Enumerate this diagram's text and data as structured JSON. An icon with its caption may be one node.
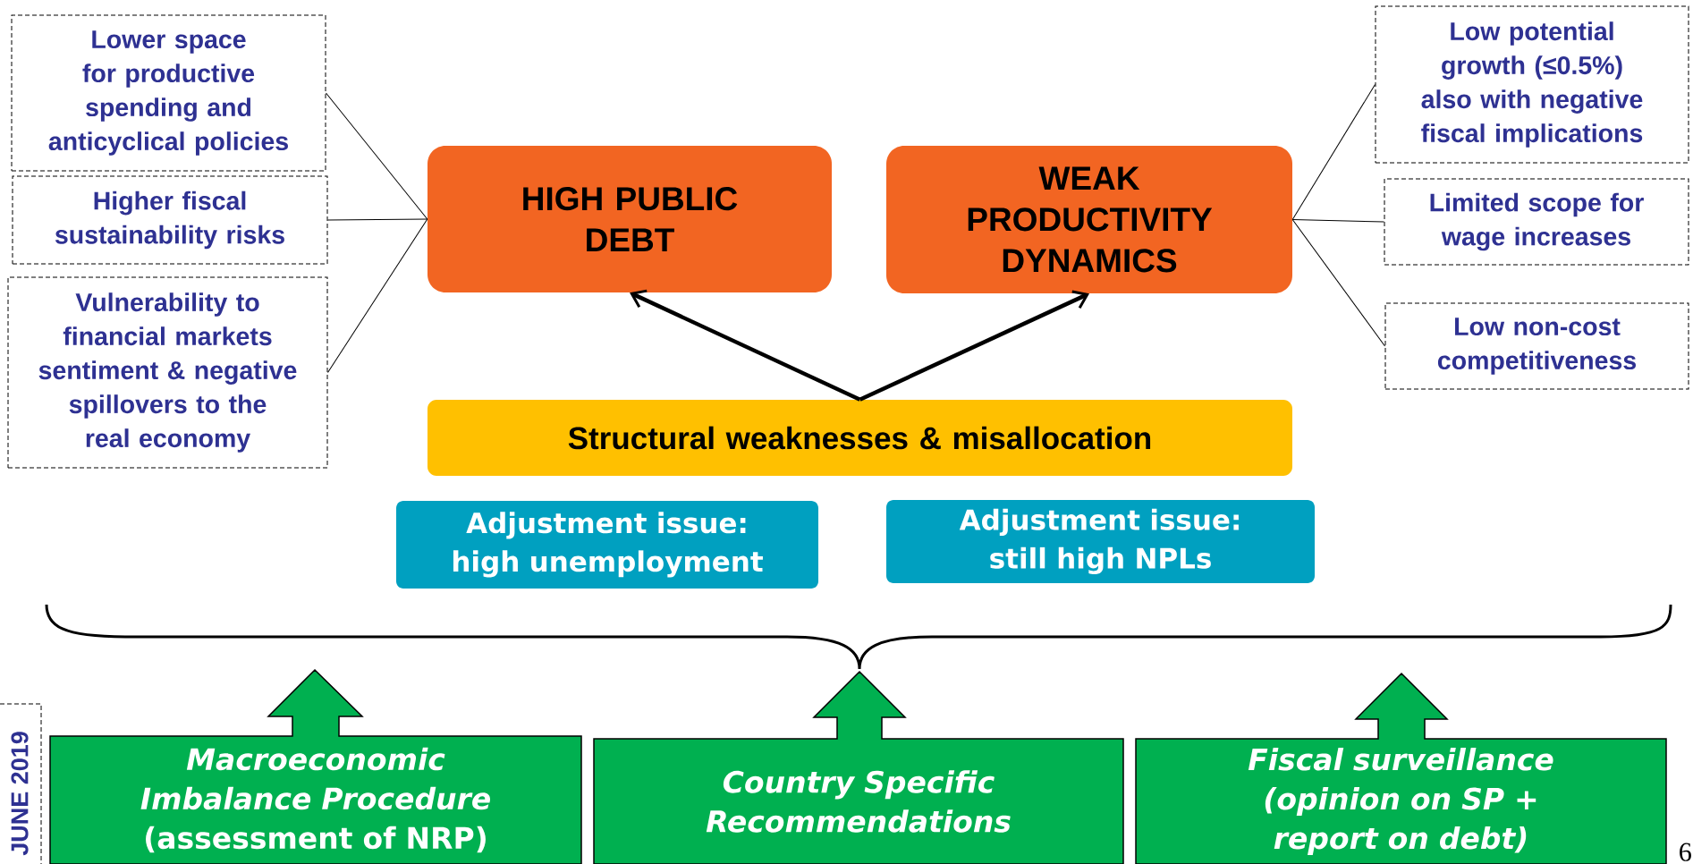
{
  "diagram": {
    "nodes": [
      {
        "text": [
          "Lower space for productive spending and anticyclical policies"
        ]
      },
      {
        "text": [
          "Higher fiscal sustainability risks"
        ]
      },
      {
        "text": [
          "Vulnerability to financial markets sentiment & negative spillovers to the real economy"
        ]
      },
      {
        "text": [
          "HIGH PUBLIC DEBT"
        ]
      },
      {
        "text": [
          "WEAK PRODUCTIVITY DYNAMICS"
        ]
      },
      {
        "text": [
          "Low potential growth (≤0.5%) also with negative fiscal implications"
        ]
      },
      {
        "text": [
          "Limited scope for wage increases"
        ]
      },
      {
        "text": [
          "Low non-cost competitiveness"
        ]
      },
      {
        "text": [
          "Structural weaknesses & misallocation"
        ]
      },
      {
        "text": [
          "Adjustment issue: high unemployment"
        ]
      },
      {
        "text": [
          "Adjustment issue: still high NPLs"
        ]
      },
      {
        "text": [
          "*Macroeconomic Imbalance Procedure* (assessment of NRP)"
        ]
      },
      {
        "text": [
          "Country Specific Recommendations"
        ]
      },
      {
        "text": [
          "Fiscal surveillance (opinion on SP + report on debt)"
        ]
      }
    ],
    "edges": [
      {
        "from": 3,
        "to": 0,
        "arrow": "none"
      },
      {
        "from": 3,
        "to": 1,
        "arrow": "none"
      },
      {
        "from": 3,
        "to": 2,
        "arrow": "none"
      },
      {
        "from": 4,
        "to": 5,
        "arrow": "none"
      },
      {
        "from": 4,
        "to": 6,
        "arrow": "none"
      },
      {
        "from": 4,
        "to": 7,
        "arrow": "none"
      },
      {
        "from": 8,
        "to": 3,
        "arrow": "to",
        "style": "thick"
      },
      {
        "from": 8,
        "to": 4,
        "arrow": "to",
        "style": "thick"
      }
    ],
    "labels": [
      "JUNE 2019",
      "6"
    ]
  }
}
